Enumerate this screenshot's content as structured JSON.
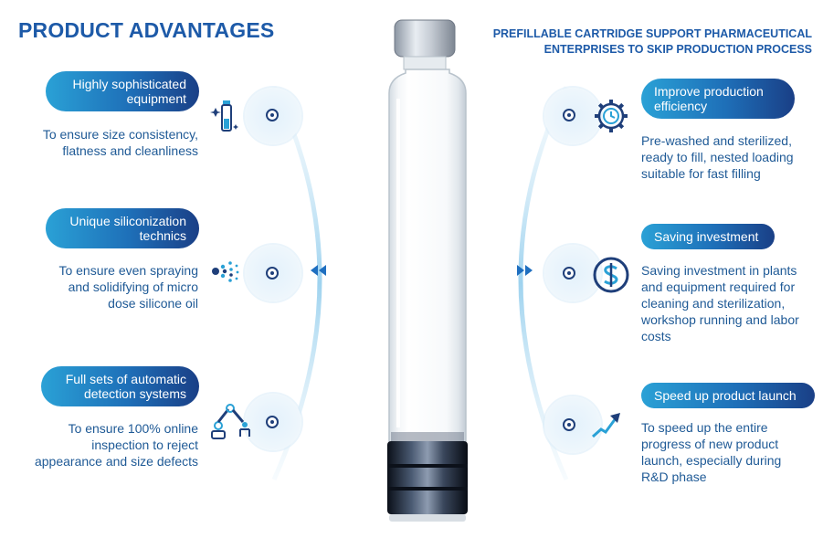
{
  "header": {
    "left_title": "PRODUCT ADVANTAGES",
    "right_title_line1": "PREFILLABLE CARTRIDGE SUPPORT PHARMACEUTICAL",
    "right_title_line2": "ENTERPRISES TO SKIP PRODUCTION PROCESS"
  },
  "left_features": [
    {
      "title_line1": "Highly sophisticated",
      "title_line2": "equipment",
      "desc_line1": "To ensure size consistency,",
      "desc_line2": "flatness and cleanliness",
      "icon": "vials-sparkle-icon"
    },
    {
      "title_line1": "Unique siliconization",
      "title_line2": "technics",
      "desc_line1": "To ensure even spraying",
      "desc_line2": "and solidifying of micro",
      "desc_line3": "dose silicone oil",
      "icon": "spray-icon"
    },
    {
      "title_line1": "Full sets of automatic",
      "title_line2": "detection systems",
      "desc_line1": "To ensure 100% online",
      "desc_line2": "inspection to reject",
      "desc_line3": "appearance and size defects",
      "icon": "robot-arm-icon"
    }
  ],
  "right_features": [
    {
      "title_line1": "Improve production",
      "title_line2": "efficiency",
      "desc_line1": "Pre-washed and sterilized,",
      "desc_line2": "ready to fill, nested loading",
      "desc_line3": "suitable for fast filling",
      "icon": "gear-clock-icon"
    },
    {
      "title_line1": "Saving investment",
      "desc_line1": "Saving investment in plants",
      "desc_line2": "and equipment required for",
      "desc_line3": "cleaning and sterilization,",
      "desc_line4": "workshop running and labor",
      "desc_line5": "costs",
      "icon": "dollar-icon"
    },
    {
      "title_line1": "Speed up product launch",
      "desc_line1": "To speed up the entire",
      "desc_line2": "progress of new product",
      "desc_line3": "launch, especially during",
      "desc_line4": "R&D phase",
      "icon": "trend-arrow-icon"
    }
  ],
  "colors": {
    "brand_blue": "#1d5aa8",
    "pill_start": "#2aa1d6",
    "pill_end": "#1a3f86",
    "text_blue": "#1f5a96"
  }
}
